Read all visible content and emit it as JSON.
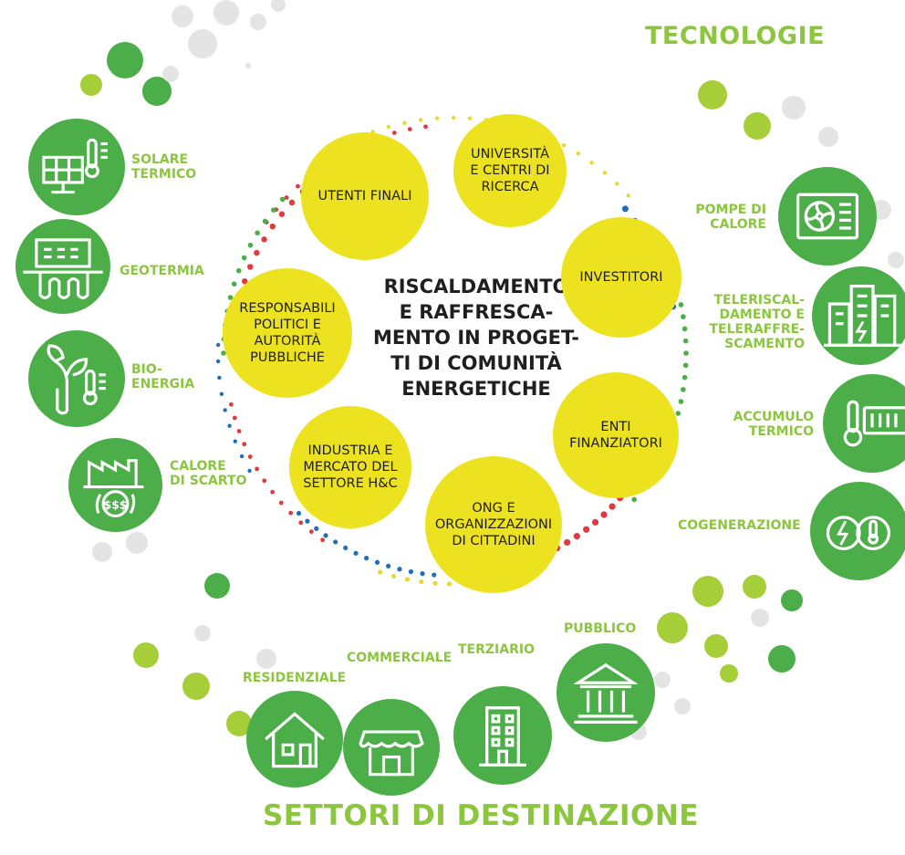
{
  "headings": {
    "tecnologie": "TECNOLOGIE",
    "settori": "SETTORI DI DESTINAZIONE"
  },
  "center": {
    "title": "RISCALDAMENTO\nE RAFFRESCA-\nMENTO IN PROGET-\nTI DI COMUNITÀ\nENERGETICHE"
  },
  "stakeholders": [
    {
      "id": "universita",
      "label": "UNIVERSITÀ\nE CENTRI DI\nRICERCA"
    },
    {
      "id": "investitori",
      "label": "INVESTITORI"
    },
    {
      "id": "enti",
      "label": "ENTI\nFINANZIATORI"
    },
    {
      "id": "ong",
      "label": "ONG E\nORGANIZZAZIONI\nDI CITTADINI"
    },
    {
      "id": "industria",
      "label": "INDUSTRIA E\nMERCATO DEL\nSETTORE H&C"
    },
    {
      "id": "responsabili",
      "label": "RESPONSABILI\nPOLITICI E\nAUTORITÀ\nPUBBLICHE"
    },
    {
      "id": "utenti",
      "label": "UTENTI FINALI"
    }
  ],
  "technologies_left": [
    {
      "id": "solare",
      "label": "SOLARE\nTERMICO",
      "icon": "solar-thermal-icon"
    },
    {
      "id": "geotermia",
      "label": "GEOTERMIA",
      "icon": "geothermal-icon"
    },
    {
      "id": "bioenergia",
      "label": "BIO-\nENERGIA",
      "icon": "bioenergy-icon"
    },
    {
      "id": "calore",
      "label": "CALORE\nDI SCARTO",
      "icon": "waste-heat-icon"
    }
  ],
  "technologies_right": [
    {
      "id": "pompe",
      "label": "POMPE DI\nCALORE",
      "icon": "heat-pump-icon"
    },
    {
      "id": "teleriscaldamento",
      "label": "TELERISCAL-\nDAMENTO E\nTELERAFFRE-\nSCAMENTO",
      "icon": "district-heating-icon"
    },
    {
      "id": "accumulo",
      "label": "ACCUMULO\nTERMICO",
      "icon": "thermal-storage-icon"
    },
    {
      "id": "cogenerazione",
      "label": "COGENERAZIONE",
      "icon": "cogeneration-icon"
    }
  ],
  "sectors": [
    {
      "id": "residenziale",
      "label": "RESIDENZIALE",
      "icon": "house-icon"
    },
    {
      "id": "commerciale",
      "label": "COMMERCIALE",
      "icon": "shop-icon"
    },
    {
      "id": "terziario",
      "label": "TERZIARIO",
      "icon": "office-building-icon"
    },
    {
      "id": "pubblico",
      "label": "PUBBLICO",
      "icon": "public-building-icon"
    }
  ],
  "colors": {
    "green_dark": "#4cae48",
    "green_light": "#8cc63f",
    "lime": "#a6ce39",
    "yellow": "#ede21f",
    "grey": "#e4e4e4",
    "dot_red": "#e03a3e",
    "dot_blue": "#1d6fb8",
    "dot_green": "#4cae48",
    "dot_yellow": "#e8d92b"
  }
}
